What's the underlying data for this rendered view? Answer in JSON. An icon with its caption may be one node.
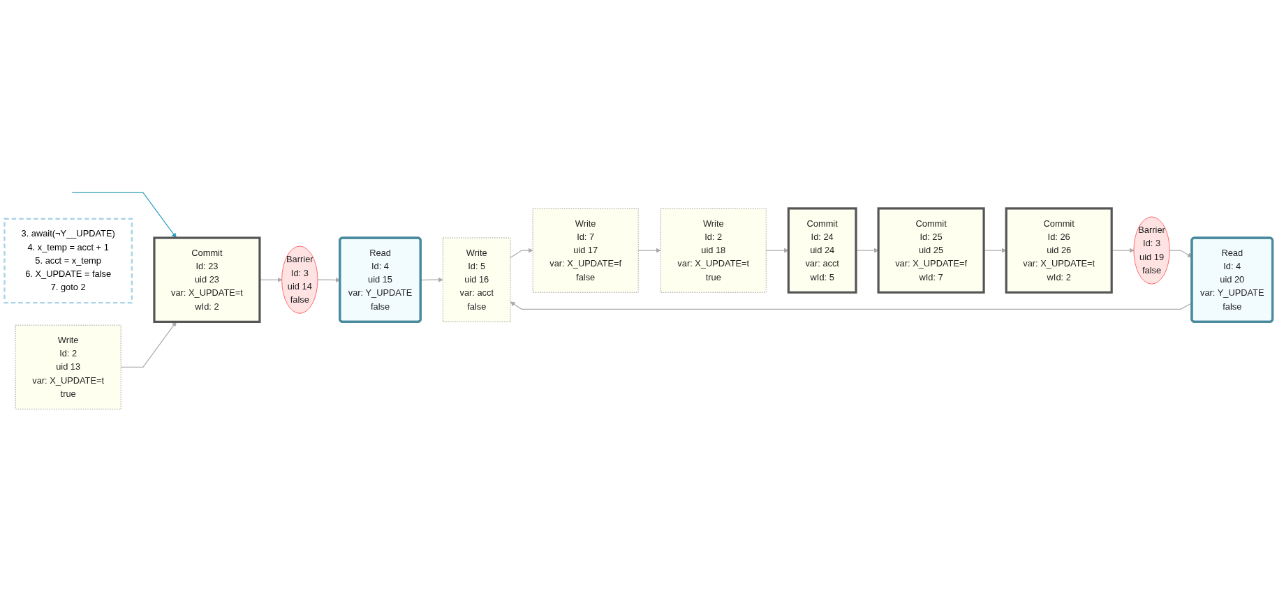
{
  "diagram": {
    "nodes": [
      {
        "text": [
          "Write",
          "Id: 2",
          "uid 13",
          "var: X_UPDATE=t",
          "true"
        ]
      },
      {
        "text": [
          "Commit",
          "Id: 23",
          "uid 23",
          "var: X_UPDATE=t",
          "wId: 2"
        ]
      },
      {
        "text": [
          "Barrier",
          "Id: 3",
          "uid 14",
          "false"
        ]
      },
      {
        "text": [
          "Read",
          "Id: 4",
          "uid 15",
          "var: Y_UPDATE",
          "false"
        ]
      },
      {
        "text": [
          "3. await(¬Y__UPDATE)",
          "4. x_temp = acct + 1",
          "5. acct = x_temp",
          "6. X_UPDATE = false",
          "7. goto 2"
        ]
      },
      {
        "text": [
          "Write",
          "Id: 5",
          "uid 16",
          "var: acct",
          "false"
        ]
      },
      {
        "text": [
          "Write",
          "Id: 7",
          "uid 17",
          "var: X_UPDATE=f",
          "false"
        ]
      },
      {
        "text": [
          "Write",
          "Id: 2",
          "uid 18",
          "var: X_UPDATE=t",
          "true"
        ]
      },
      {
        "text": [
          "Commit",
          "Id: 24",
          "uid 24",
          "var: acct",
          "wId: 5"
        ]
      },
      {
        "text": [
          "Commit",
          "Id: 25",
          "uid 25",
          "var: X_UPDATE=f",
          "wId: 7"
        ]
      },
      {
        "text": [
          "Commit",
          "Id: 26",
          "uid 26",
          "var: X_UPDATE=t",
          "wId: 2"
        ]
      },
      {
        "text": [
          "Barrier",
          "Id: 3",
          "uid 19",
          "false"
        ]
      },
      {
        "text": [
          "Read",
          "Id: 4",
          "uid 20",
          "var: Y_UPDATE",
          "false"
        ]
      }
    ],
    "edges": [
      {
        "from": null,
        "to": 1,
        "arrow": "to",
        "color": "#2a9fbc"
      },
      {
        "from": 0,
        "to": 1,
        "arrow": "to"
      },
      {
        "from": 1,
        "to": 2,
        "arrow": "to"
      },
      {
        "from": 2,
        "to": 3,
        "arrow": "to"
      },
      {
        "from": 3,
        "to": 5,
        "arrow": "to"
      },
      {
        "from": 5,
        "to": 6,
        "arrow": "to"
      },
      {
        "from": 6,
        "to": 7,
        "arrow": "to"
      },
      {
        "from": 7,
        "to": 8,
        "arrow": "to"
      },
      {
        "from": 8,
        "to": 9,
        "arrow": "to"
      },
      {
        "from": 9,
        "to": 10,
        "arrow": "to"
      },
      {
        "from": 10,
        "to": 11,
        "arrow": "to"
      },
      {
        "from": 11,
        "to": 12,
        "arrow": "to"
      },
      {
        "from": 12,
        "to": 5,
        "arrow": "to"
      }
    ]
  }
}
